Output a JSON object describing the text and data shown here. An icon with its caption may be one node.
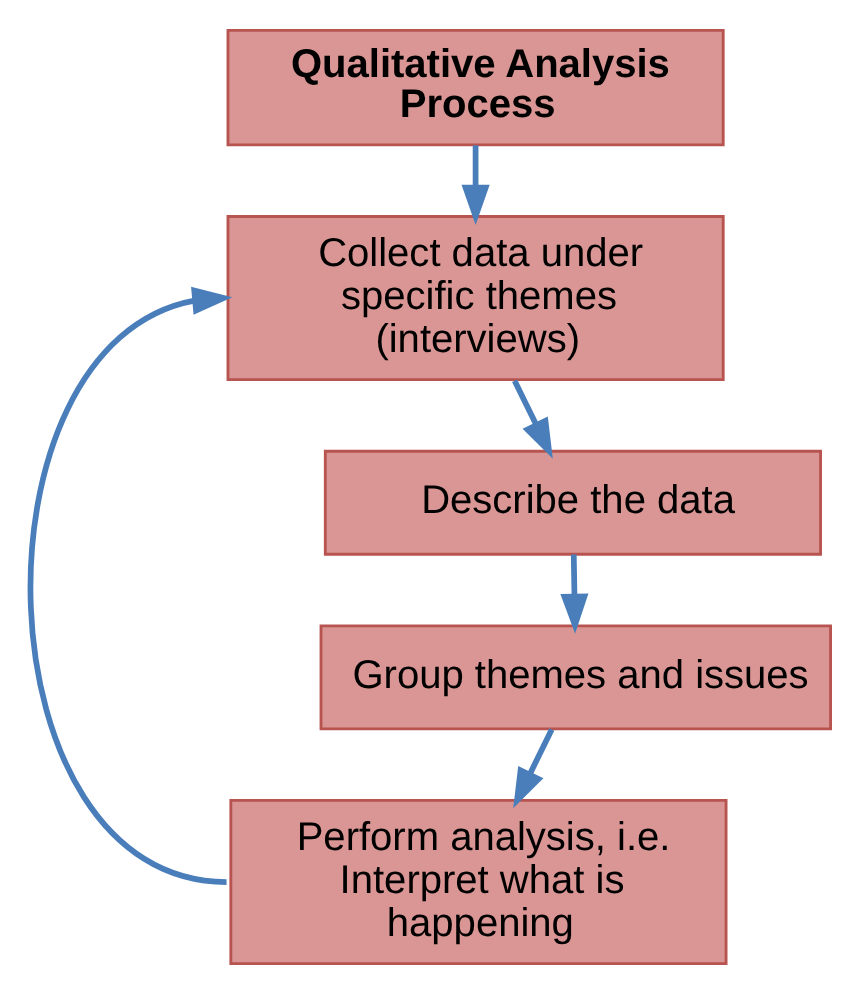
{
  "diagram": {
    "nodes": [
      {
        "text": [
          "Qualitative Analysis Process"
        ]
      },
      {
        "text": [
          "Collect data under specific themes (interviews)"
        ]
      },
      {
        "text": [
          "Describe the data"
        ]
      },
      {
        "text": [
          "Group themes and issues"
        ]
      },
      {
        "text": [
          "Perform analysis, i.e. Interpret what is happening"
        ]
      }
    ],
    "edges": [
      {
        "from": 0,
        "to": 1,
        "arrow": "to"
      },
      {
        "from": 1,
        "to": 2,
        "arrow": "to"
      },
      {
        "from": 2,
        "to": 3,
        "arrow": "to"
      },
      {
        "from": 3,
        "to": 4,
        "arrow": "to"
      },
      {
        "from": 4,
        "to": 1,
        "arrow": "to"
      }
    ]
  }
}
